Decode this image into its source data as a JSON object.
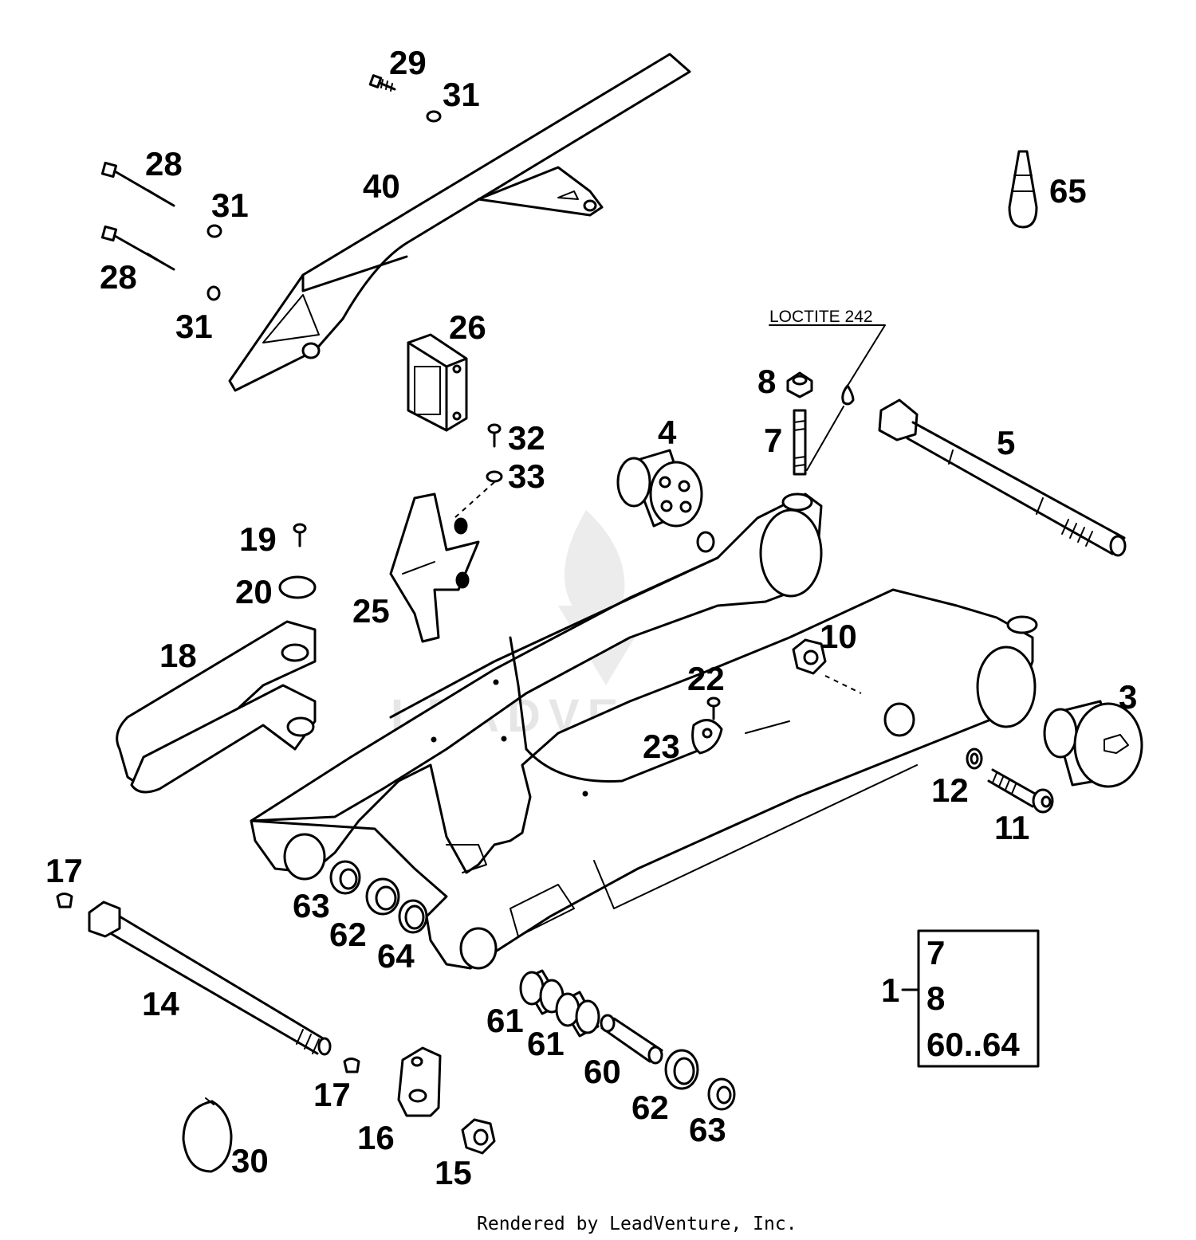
{
  "watermark": {
    "text": "LEADVENTURE"
  },
  "footer": {
    "text": "Rendered by LeadVenture, Inc."
  },
  "note": {
    "text": "LOCTITE 242"
  },
  "callouts": {
    "c29": "29",
    "c31a": "31",
    "c28a": "28",
    "c31b": "31",
    "c28b": "28",
    "c31c": "31",
    "c40": "40",
    "c65": "65",
    "c26": "26",
    "c8": "8",
    "c7": "7",
    "c5": "5",
    "c4": "4",
    "c32": "32",
    "c33": "33",
    "c19": "19",
    "c20": "20",
    "c25": "25",
    "c18": "18",
    "c10": "10",
    "c22": "22",
    "c23": "23",
    "c3": "3",
    "c12": "12",
    "c11": "11",
    "c17a": "17",
    "c63a": "63",
    "c62a": "62",
    "c64": "64",
    "c14": "14",
    "c1": "1",
    "c61a": "61",
    "c61b": "61",
    "c60": "60",
    "c62b": "62",
    "c63b": "63",
    "c17b": "17",
    "c16": "16",
    "c30": "30",
    "c15": "15"
  },
  "kit_box": {
    "lines": [
      "7",
      "8",
      "60..64"
    ]
  },
  "colors": {
    "ink": "#000000",
    "paper": "#ffffff",
    "watermark": "#e6e6e6"
  }
}
